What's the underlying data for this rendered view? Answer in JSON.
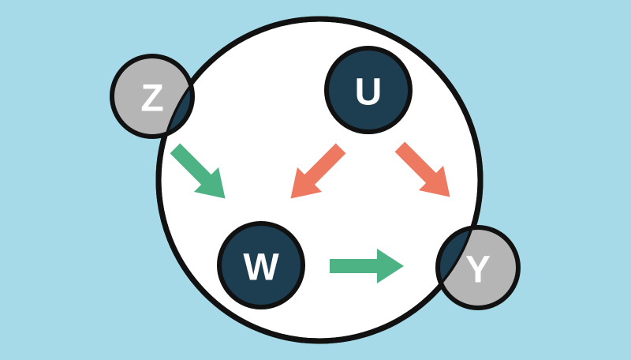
{
  "diagram": {
    "type": "causal-graph",
    "description": "Large white circle (system boundary) on a light blue background containing lettered nodes connected by chunky arrows. Nodes Z and Y straddle the boundary (gray outside, dark inside); nodes U and W are fully inside (dark).",
    "nodes": [
      {
        "id": "Z",
        "label": "Z",
        "position": "top-left on boundary",
        "style": "boundary"
      },
      {
        "id": "U",
        "label": "U",
        "position": "top inside",
        "style": "inner"
      },
      {
        "id": "W",
        "label": "W",
        "position": "bottom-left inside",
        "style": "inner"
      },
      {
        "id": "Y",
        "label": "Y",
        "position": "right on boundary",
        "style": "boundary"
      }
    ],
    "arrows": [
      {
        "from": "Z",
        "to": "W",
        "color_name": "green",
        "direction": "down-right"
      },
      {
        "from": "U",
        "to": "W",
        "color_name": "salmon",
        "direction": "down-left"
      },
      {
        "from": "U",
        "to": "Y",
        "color_name": "salmon",
        "direction": "down-right"
      },
      {
        "from": "W",
        "to": "Y",
        "color_name": "green",
        "direction": "right"
      }
    ]
  },
  "colors": {
    "background": "#a7dae8",
    "system_fill": "#ffffff",
    "outline": "#111111",
    "node_inner_fill": "#1d3d51",
    "node_outer_fill": "#b5b5b5",
    "arrow_green": "#4db385",
    "arrow_salmon": "#ee7961",
    "label": "#ffffff"
  }
}
